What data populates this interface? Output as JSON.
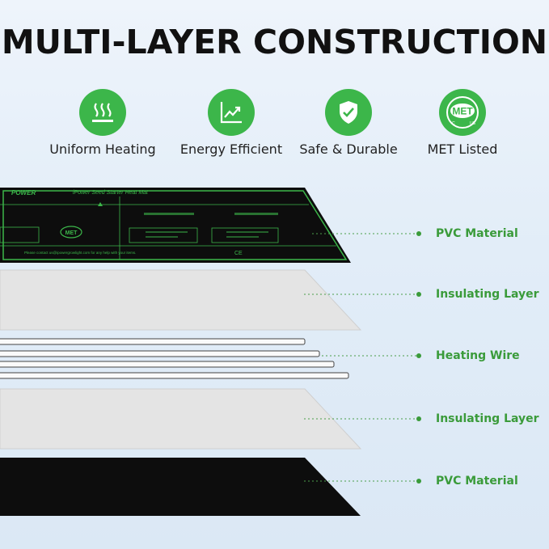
{
  "title": "MULTI-LAYER CONSTRUCTION",
  "features": [
    {
      "label": "Uniform Heating",
      "icon": "heat-waves-icon"
    },
    {
      "label": "Energy Efficient",
      "icon": "trend-chart-icon"
    },
    {
      "label": "Safe & Durable",
      "icon": "shield-check-icon"
    },
    {
      "label": "MET Listed",
      "icon": "met-badge-icon"
    }
  ],
  "layers": [
    {
      "label": "PVC Material"
    },
    {
      "label": "Insulating Layer"
    },
    {
      "label": "Heating Wire"
    },
    {
      "label": "Insulating Layer"
    },
    {
      "label": "PVC Material"
    }
  ],
  "mat": {
    "brand": "POWER",
    "product": "iPower Seed Starter Heat Mat",
    "badge": "MET",
    "contact": "Please contact us@ipowergrowlight.com for any help with your items.",
    "marks": "CE"
  },
  "colors": {
    "accent_green": "#3cb64a",
    "label_green": "#3a9b3a",
    "mat_black": "#0d0d0d",
    "layer_grey": "#e4e4e4"
  }
}
